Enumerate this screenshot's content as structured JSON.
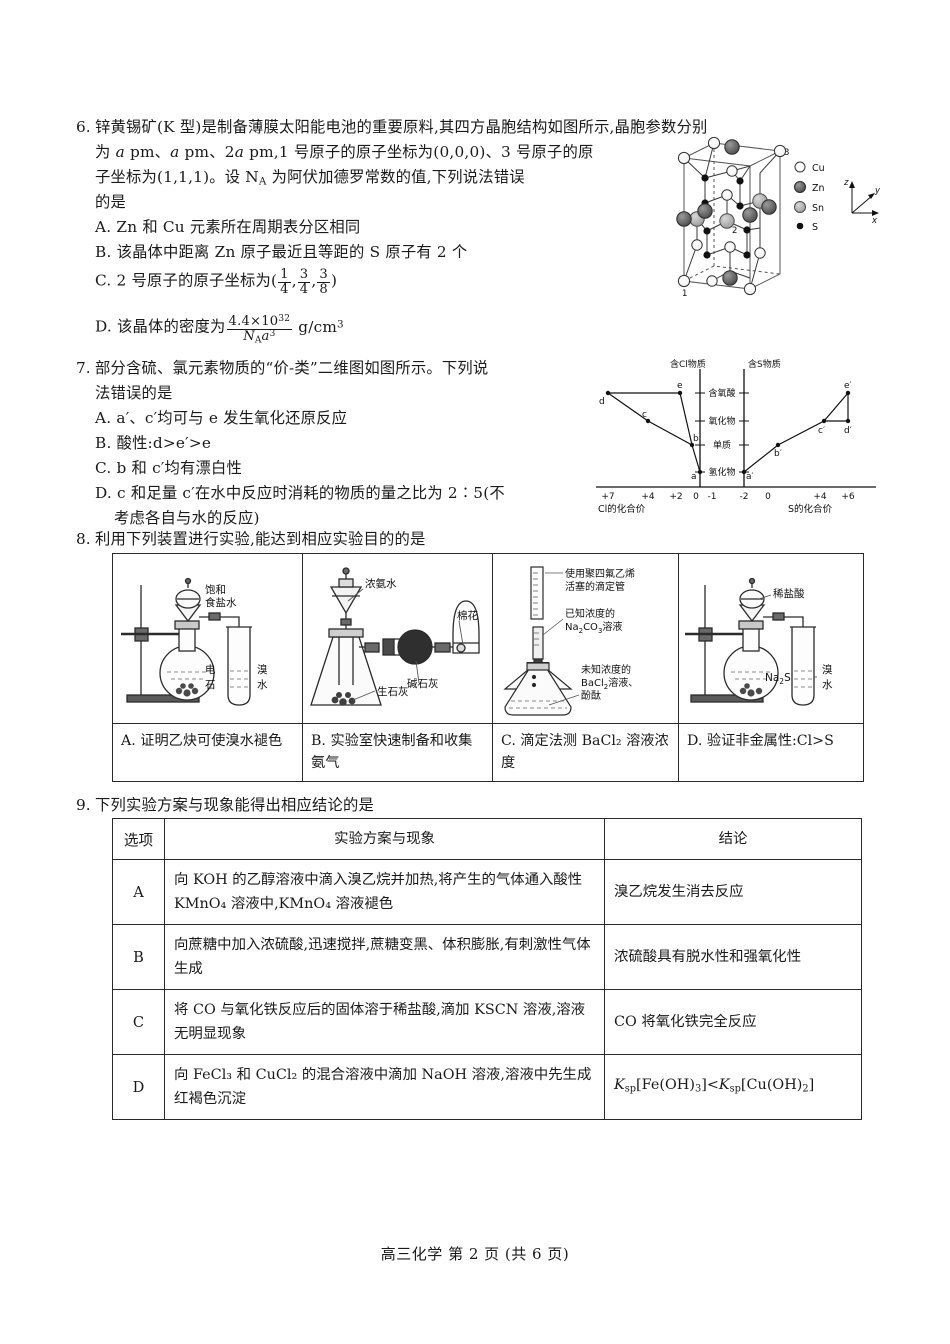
{
  "page": {
    "footer": "高三化学 第 2 页 (共 6 页)"
  },
  "questions": [
    {
      "number": "6.",
      "stem_lines": [
        "锌黄锡矿(K 型)是制备薄膜太阳能电池的重要原料,其四方晶胞结构如图所示,晶胞参数分别",
        "为 a pm、a pm、2a pm,1 号原子的原子坐标为(0,0,0)、3 号原子的原",
        "子坐标为(1,1,1)。设 N",
        "的是"
      ],
      "options": {
        "A": "A. Zn 和 Cu 元素所在周期表分区相同",
        "B": "B. 该晶体中距离 Zn 原子最近且等距的 S 原子有 2 个",
        "C_prefix": "C. 2 号原子的原子坐标为(",
        "D_prefix": "D. 该晶体的密度为",
        "D_unit": "g/cm"
      },
      "math": {
        "C_f1_num": "1",
        "C_f1_den": "4",
        "C_f2_num": "3",
        "C_f2_den": "4",
        "C_f3_num": "3",
        "C_f3_den": "8",
        "D_num": "4.4×10",
        "D_num_exp": "32",
        "D_den_N": "N",
        "D_den_Asub": "A",
        "D_den_a": "a",
        "D_den_exp": "3",
        "D_unit_exp": "3"
      },
      "figure": {
        "name": "kesterite-unit-cell",
        "legend": [
          "Cu",
          "Zn",
          "Sn",
          "S"
        ],
        "axes": [
          "z",
          "y",
          "x"
        ],
        "vertex_labels": [
          "1",
          "2",
          "3"
        ]
      }
    },
    {
      "number": "7.",
      "stem_lines": [
        "部分含硫、氯元素物质的“价-类”二维图如图所示。下列说",
        "法错误的是"
      ],
      "options": {
        "A": "A. a′、c′均可与 e 发生氧化还原反应",
        "B": "B. 酸性:d>e′>e",
        "C": "C. b 和 c′均有漂白性",
        "D1": "D. c 和足量 c′在水中反应时消耗的物质的量之比为 2∶5(不",
        "D2": "考虑各自与水的反应)"
      },
      "figure": {
        "name": "valence-category-diagram",
        "title_left": "含Cl物质",
        "title_right": "含S物质",
        "y_labels": [
          "含氧酸",
          "氧化物",
          "单质",
          "氢化物"
        ],
        "x_labels_left": [
          "+7",
          "+4",
          "+2",
          "0",
          "-1"
        ],
        "x_labels_right": [
          "-2",
          "0",
          "+4",
          "+6"
        ],
        "axis_title_left": "Cl的化合价",
        "axis_title_right": "S的化合价",
        "points_left": [
          "d",
          "c",
          "e",
          "b",
          "a"
        ],
        "points_right": [
          "a′",
          "b′",
          "c′",
          "d′",
          "e′"
        ]
      }
    },
    {
      "number": "8.",
      "stem": "利用下列装置进行实验,能达到相应实验目的的是",
      "table": {
        "captions": [
          "A. 证明乙炔可使溴水褪色",
          "B. 实验室快速制备和收集氨气",
          "C. 滴定法测 BaCl₂ 溶液浓度",
          "D. 验证非金属性:Cl>S"
        ],
        "apparatus": [
          {
            "name": "acetylene-bromine-water-setup",
            "labels": [
              "饱和\n食盐水",
              "电\n石",
              "溴\n水"
            ]
          },
          {
            "name": "ammonia-generation-setup",
            "labels": [
              "浓氨水",
              "生石灰",
              "碱石灰",
              "棉花"
            ]
          },
          {
            "name": "titration-burette-flask-setup",
            "labels": [
              "使用聚四氟乙烯\n活塞的滴定管",
              "已知浓度的\nNa₂CO₃溶液",
              "未知浓度的\nBaCl₂溶液、\n酚酞"
            ]
          },
          {
            "name": "hcl-na2s-bromine-water-setup",
            "labels": [
              "稀盐酸",
              "Na₂S",
              "溴\n水"
            ]
          }
        ]
      }
    },
    {
      "number": "9.",
      "stem": "下列实验方案与现象能得出相应结论的是",
      "table": {
        "headers": [
          "选项",
          "实验方案与现象",
          "结论"
        ],
        "rows": [
          {
            "option": "A",
            "plan": "向 KOH 的乙醇溶液中滴入溴乙烷并加热,将产生的气体通入酸性 KMnO₄ 溶液中,KMnO₄ 溶液褪色",
            "conclusion": "溴乙烷发生消去反应"
          },
          {
            "option": "B",
            "plan": "向蔗糖中加入浓硫酸,迅速搅拌,蔗糖变黑、体积膨胀,有刺激性气体生成",
            "conclusion": "浓硫酸具有脱水性和强氧化性"
          },
          {
            "option": "C",
            "plan": "将 CO 与氧化铁反应后的固体溶于稀盐酸,滴加 KSCN 溶液,溶液无明显现象",
            "conclusion": "CO 将氧化铁完全反应"
          },
          {
            "option": "D",
            "plan": "向 FeCl₃ 和 CuCl₂ 的混合溶液中滴加 NaOH 溶液,溶液中先生成红褐色沉淀",
            "conclusion_parts": {
              "k1": "K",
              "sub1": "sp",
              "b1": "[Fe(OH)",
              "b1sub": "3",
              "b1end": "]",
              "op": "<",
              "k2": "K",
              "sub2": "sp",
              "b2": "[Cu(OH)",
              "b2sub": "2",
              "b2end": "]"
            }
          }
        ]
      }
    }
  ],
  "colors": {
    "ink": "#1a1a1a",
    "rule": "#2a2a2a",
    "fill_dark": "#585858",
    "fill_mid": "#a8a8a8",
    "fill_light": "#ffffff"
  }
}
